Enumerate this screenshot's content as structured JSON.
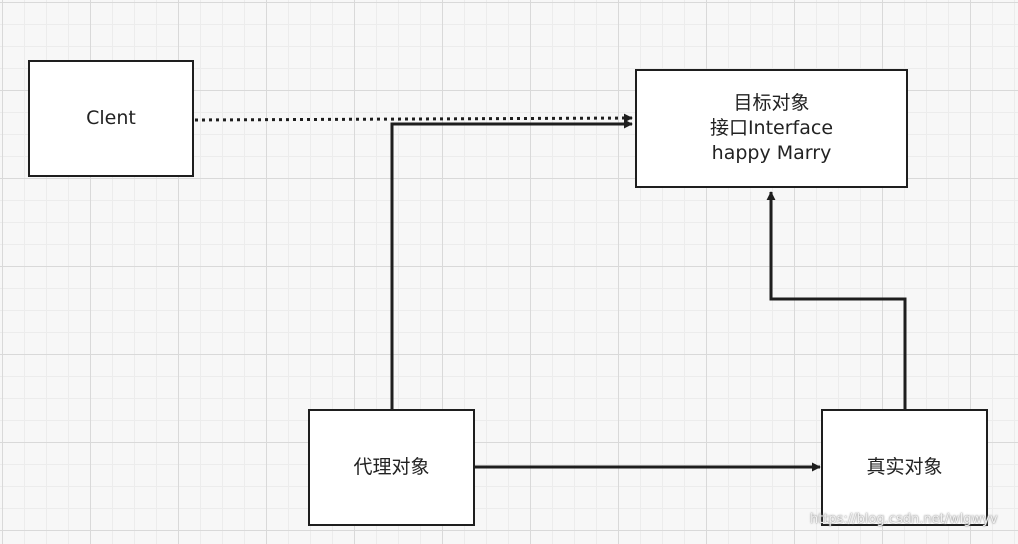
{
  "nodes": {
    "client": {
      "label": "Clent"
    },
    "target": {
      "lines": [
        "目标对象",
        "接口Interface",
        "happy Marry"
      ]
    },
    "proxy": {
      "label": "代理对象"
    },
    "real": {
      "label": "真实对象"
    }
  },
  "edges": [
    {
      "from": "client",
      "to": "target",
      "style": "dotted",
      "arrow": "filled"
    },
    {
      "from": "proxy",
      "to": "target",
      "style": "solid",
      "arrow": "filled"
    },
    {
      "from": "proxy",
      "to": "real",
      "style": "solid",
      "arrow": "filled"
    },
    {
      "from": "real",
      "to": "target",
      "style": "solid",
      "arrow": "filled"
    }
  ],
  "watermark": "https://blog.csdn.net/wlgwyv"
}
